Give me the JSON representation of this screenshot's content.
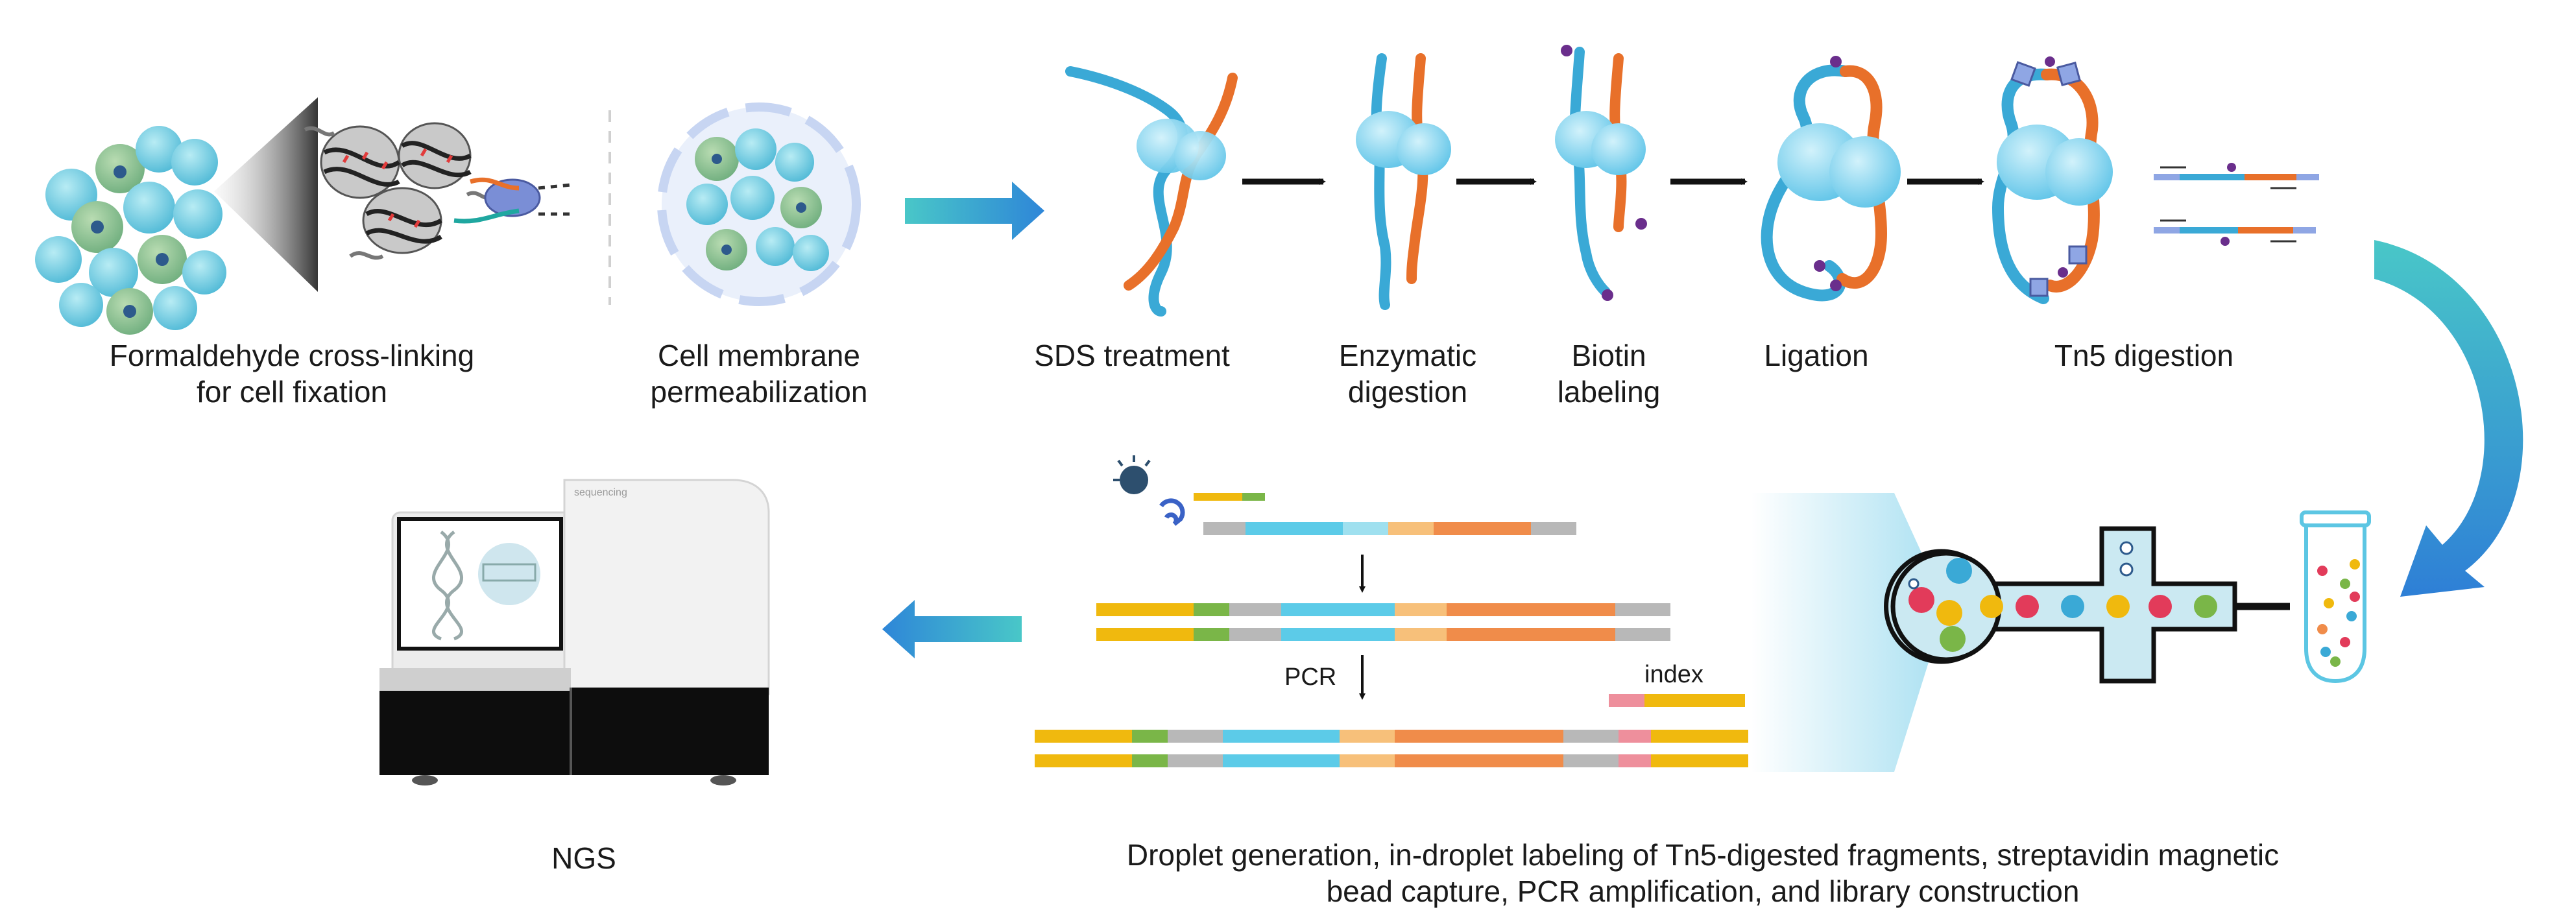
{
  "steps_row1": [
    {
      "line1": "Formaldehyde cross-linking",
      "line2": "for cell fixation"
    },
    {
      "line1": "Cell membrane",
      "line2": "permeabilization"
    },
    {
      "line1": "SDS treatment",
      "line2": ""
    },
    {
      "line1": "Enzymatic",
      "line2": "digestion"
    },
    {
      "line1": "Biotin",
      "line2": "labeling"
    },
    {
      "line1": "Ligation",
      "line2": ""
    },
    {
      "line1": "Tn5 digestion",
      "line2": ""
    }
  ],
  "ngs_label": "NGS",
  "bottom_caption": {
    "line1": "Droplet generation, in-droplet labeling of Tn5-digested fragments, streptavidin magnetic",
    "line2": "bead capture, PCR amplification, and library construction"
  },
  "pcr_label": "PCR",
  "index_label": "index",
  "sequencer_brand": "sequencing",
  "colors": {
    "dna_blue": "#3aa9d6",
    "dna_orange": "#e8702a",
    "protein_blue": "#7fd0ee",
    "arrow_teal_start": "#45c6c9",
    "arrow_teal_end": "#2f7fd8",
    "yellow_seg": "#f0b90e",
    "green_seg": "#7ab648",
    "gray_seg": "#b8b8b8",
    "cyan_seg": "#5ccbe8",
    "orange_seg": "#f08c4a",
    "pink_seg": "#ee8f9c",
    "purple_biotin": "#6a2e8c"
  }
}
